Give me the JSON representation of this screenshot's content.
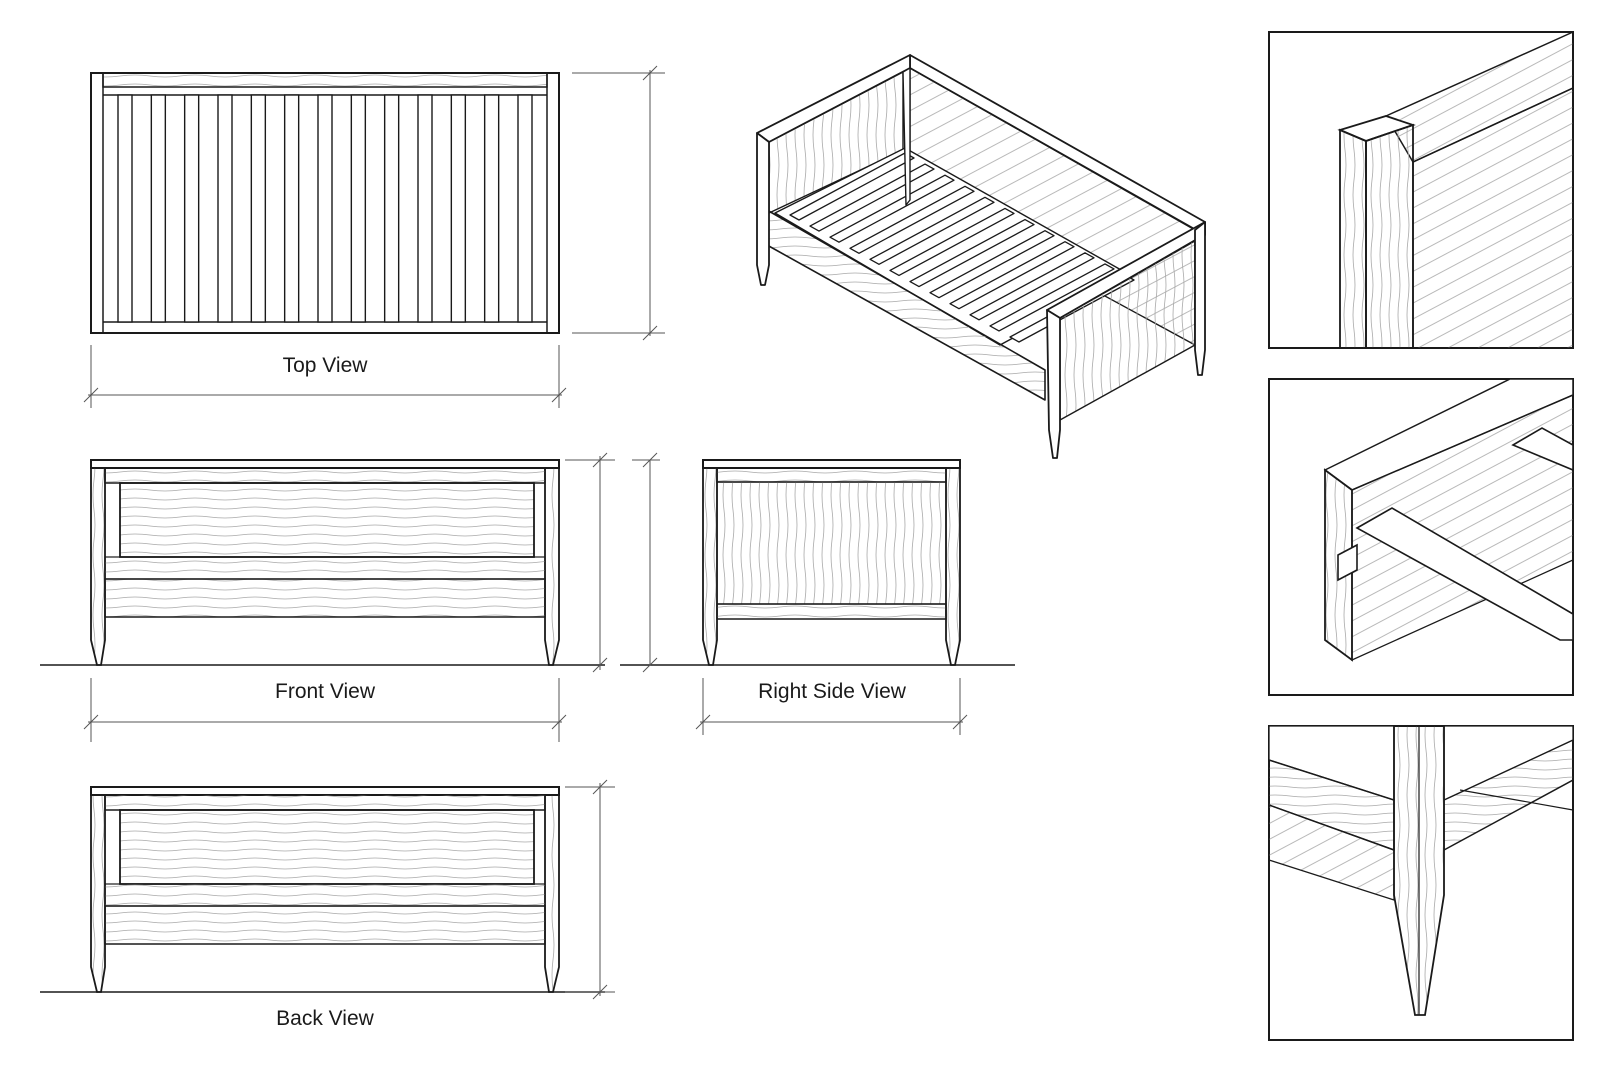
{
  "views": {
    "top": "Top View",
    "front": "Front View",
    "right_side": "Right Side View",
    "back": "Back View"
  },
  "colors": {
    "ink": "#1a1a1a",
    "grain": "#9a9a9a",
    "paper": "#ffffff"
  }
}
